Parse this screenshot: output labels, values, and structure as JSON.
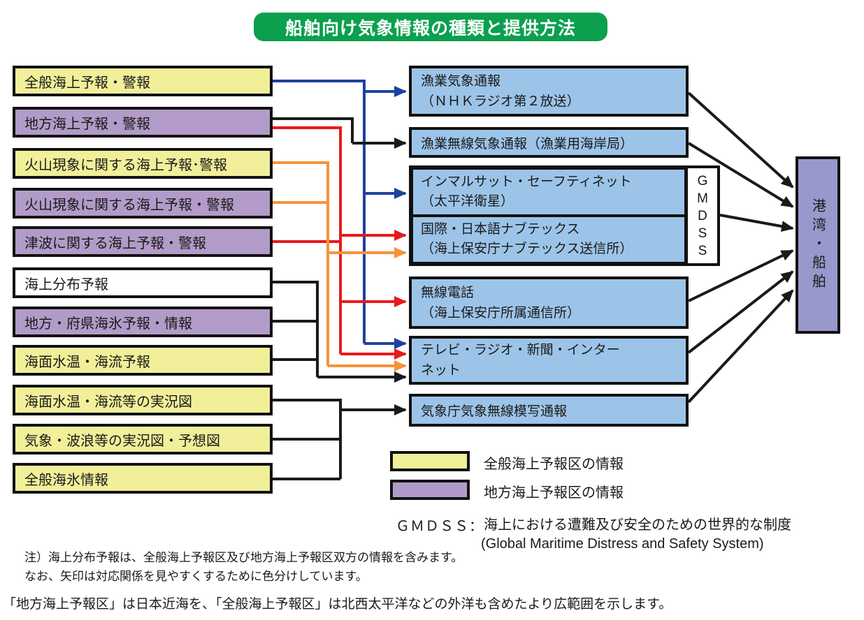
{
  "title": "船舶向け気象情報の種類と提供方法",
  "left_boxes": [
    {
      "label": "全般海上予報・警報",
      "category": "general"
    },
    {
      "label": "地方海上予報・警報",
      "category": "local"
    },
    {
      "label": "火山現象に関する海上予報･警報",
      "category": "general"
    },
    {
      "label": "火山現象に関する海上予報・警報",
      "category": "local"
    },
    {
      "label": "津波に関する海上予報・警報",
      "category": "local"
    },
    {
      "label": "海上分布予報",
      "category": "both"
    },
    {
      "label": "地方・府県海氷予報・情報",
      "category": "local"
    },
    {
      "label": "海面水温・海流予報",
      "category": "general"
    },
    {
      "label": "海面水温・海流等の実況図",
      "category": "general"
    },
    {
      "label": "気象・波浪等の実況図・予想図",
      "category": "general"
    },
    {
      "label": "全般海氷情報",
      "category": "general"
    }
  ],
  "middle_boxes": [
    {
      "line1": "漁業気象通報",
      "line2": "（ＮＨＫラジオ第２放送）"
    },
    {
      "line1": "漁業無線気象通報（漁業用海岸局）",
      "line2": ""
    },
    {
      "line1": "インマルサット・セーフティネット",
      "line2": "（太平洋衛星）"
    },
    {
      "line1": "国際・日本語ナブテックス",
      "line2": "（海上保安庁ナブテックス送信所）"
    },
    {
      "line1": "無線電話",
      "line2": "（海上保安庁所属通信所）"
    },
    {
      "line1": "テレビ・ラジオ・新聞・インター",
      "line2": "ネット"
    },
    {
      "line1": "気象庁気象無線模写通報",
      "line2": ""
    }
  ],
  "gmdss": {
    "letters": [
      "G",
      "M",
      "D",
      "S",
      "S"
    ]
  },
  "right_box": {
    "label": "港湾・船舶"
  },
  "legend": {
    "items": [
      {
        "label": "全般海上予報区の情報",
        "color": "#f2ef9a"
      },
      {
        "label": "地方海上予報区の情報",
        "color": "#b29bc8"
      }
    ],
    "gmdss_term": "ＧＭＤＳＳ：",
    "gmdss_def_ja": "海上における遭難及び安全のための世界的な制度",
    "gmdss_def_en": "(Global Maritime Distress and Safety System)"
  },
  "notes": {
    "line1": "注）海上分布予報は、全般海上予報区及び地方海上予報区双方の情報を含みます。",
    "line2": "なお、矢印は対応関係を見やすくするために色分けしています。"
  },
  "footer": "「地方海上予報区」は日本近海を、「全般海上予報区」は北西太平洋などの外洋も含めたより広範囲を示します。",
  "colors": {
    "title_bg": "#0aa04e",
    "general_yellow": "#f2ef9a",
    "local_purple": "#b29bc8",
    "media_blue": "#9cc4e8",
    "port_purple": "#9898cc",
    "arrow_blue": "#1f419f",
    "arrow_red": "#e8191d",
    "arrow_orange": "#f5943a",
    "arrow_black": "#1a1a1a"
  },
  "connections": [
    {
      "color": "blue",
      "from": [
        "全般海上予報・警報"
      ],
      "to": [
        "漁業気象通報",
        "インマルサット・セーフティネット",
        "テレビ・ラジオ・新聞・インターネット"
      ]
    },
    {
      "color": "black",
      "from": [
        "地方海上予報・警報"
      ],
      "to": [
        "漁業無線気象通報（漁業用海岸局）"
      ]
    },
    {
      "color": "red",
      "from": [
        "地方海上予報・警報",
        "津波に関する海上予報・警報"
      ],
      "to": [
        "国際・日本語ナブテックス",
        "無線電話",
        "テレビ・ラジオ・新聞・インターネット"
      ]
    },
    {
      "color": "orange",
      "from": [
        "火山現象に関する海上予報･警報",
        "火山現象に関する海上予報・警報"
      ],
      "to": [
        "国際・日本語ナブテックス",
        "テレビ・ラジオ・新聞・インターネット"
      ]
    },
    {
      "color": "black",
      "from": [
        "海上分布予報",
        "地方・府県海氷予報・情報",
        "海面水温・海流予報"
      ],
      "to": [
        "テレビ・ラジオ・新聞・インターネット"
      ]
    },
    {
      "color": "black",
      "from": [
        "海面水温・海流等の実況図",
        "気象・波浪等の実況図・予想図",
        "全般海氷情報"
      ],
      "to": [
        "気象庁気象無線模写通報"
      ]
    },
    {
      "color": "black",
      "from": [
        "漁業気象通報",
        "漁業無線気象通報（漁業用海岸局）",
        "GMDSS",
        "無線電話",
        "テレビ・ラジオ・新聞・インターネット",
        "気象庁気象無線模写通報"
      ],
      "to": [
        "港湾・船舶"
      ]
    }
  ]
}
